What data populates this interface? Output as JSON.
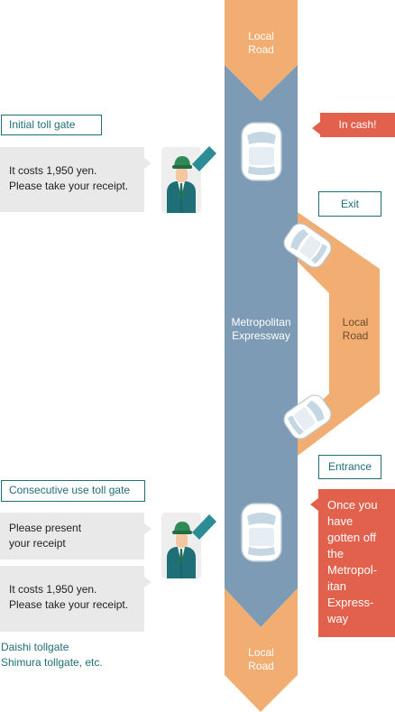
{
  "roads": {
    "top_label": "Local\nRoad",
    "bottom_label": "Local\nRoad",
    "expressway_label": "Metropolitan\nExpressway",
    "side_label": "Local\nRoad"
  },
  "initial": {
    "tag": "Initial toll gate",
    "bubble": "It costs 1,950 yen.\nPlease take your receipt."
  },
  "in_cash": "In cash!",
  "exit_label": "Exit",
  "entrance_label": "Entrance",
  "consecutive": {
    "tag": "Consecutive use toll gate",
    "bubble1": "Please present\nyour receipt",
    "bubble2": "It costs 1,950 yen.\nPlease take your receipt.",
    "caption": "Daishi tollgate\nShimura tollgate, etc."
  },
  "callout": "Once you\nhave\ngotten off\nthe\nMetropol-\nitan\nExpress-\nway",
  "colors": {
    "expressway": "#7d9bb5",
    "local_road": "#f2ae72",
    "accent_red": "#e2614d",
    "teal": "#1e6f78",
    "bubble": "#e9e9e9"
  }
}
